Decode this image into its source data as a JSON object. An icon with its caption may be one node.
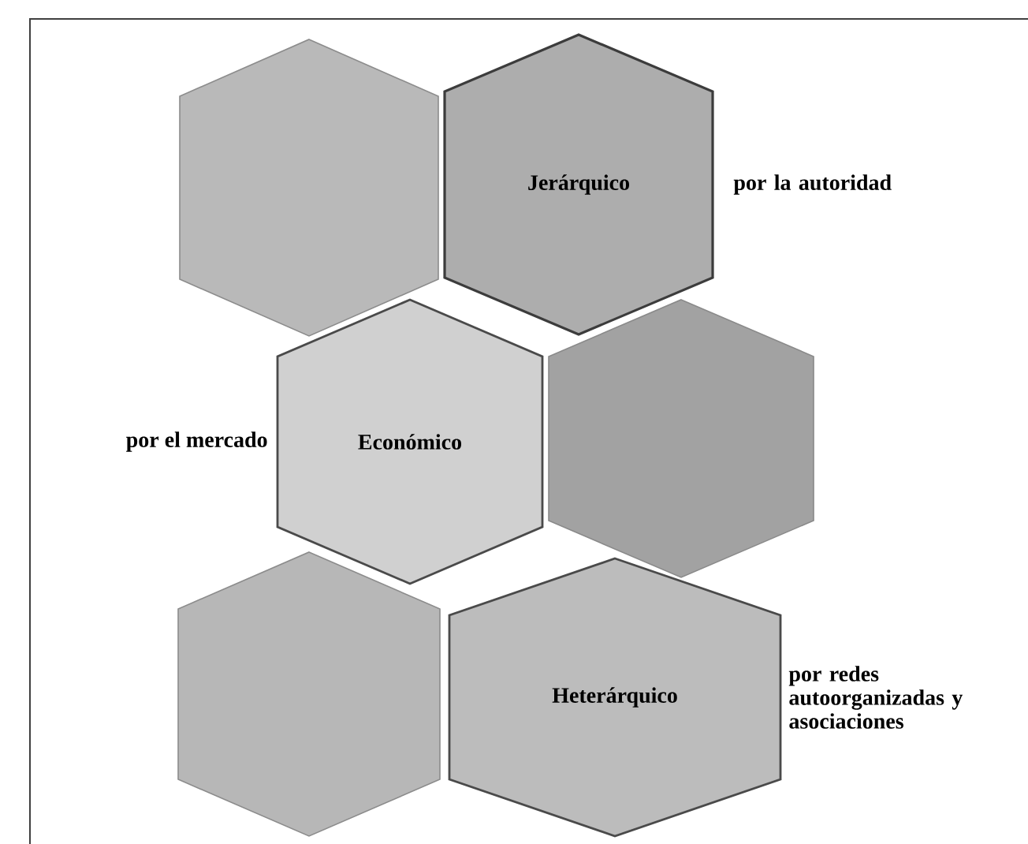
{
  "diagram": {
    "nodes": [
      {
        "text": [],
        "shape": "hexagon"
      },
      {
        "text": [
          "Jerárquico"
        ],
        "beside": [
          "por la autoridad"
        ]
      },
      {
        "text": [
          "Económico"
        ],
        "beside": [
          "por el mercado"
        ]
      },
      {
        "text": [],
        "shape": "hexagon"
      },
      {
        "text": [],
        "shape": "hexagon"
      },
      {
        "text": [
          "Heterárquico"
        ],
        "beside": [
          "por redes autoorganizadas y asociaciones"
        ]
      }
    ]
  }
}
